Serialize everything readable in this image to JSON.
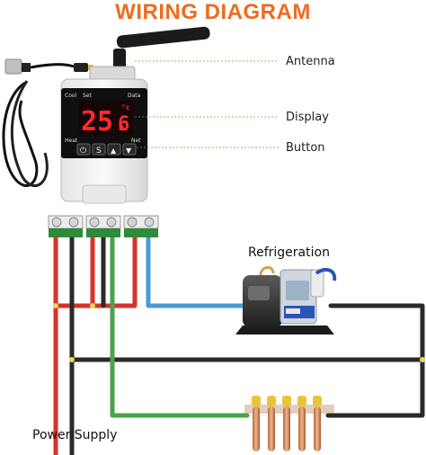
{
  "title": "WIRING DIAGRAM",
  "colors": {
    "title": "#ee6b1f",
    "live_wire": "#d8322a",
    "neutral_wire": "#2a2a2a",
    "sensor_wire": "#4a9bd4",
    "ground_wire": "#4aa34a",
    "display_digits": "#ff2a2a",
    "terminal_green": "#2f8a3a"
  },
  "device": {
    "labels": {
      "cool": "Cool",
      "set": "Set",
      "data": "Data",
      "heat": "Heat",
      "net": "Net"
    },
    "display_main": "25.",
    "display_decimal": "6",
    "display_unit": "°c",
    "buttons": [
      "⏻",
      "S",
      "▲",
      "▼"
    ]
  },
  "callouts": {
    "antenna": "Antenna",
    "display": "Display",
    "button": "Button"
  },
  "components": {
    "refrigeration": "Refrigeration",
    "power_supply": "Power Supply"
  }
}
